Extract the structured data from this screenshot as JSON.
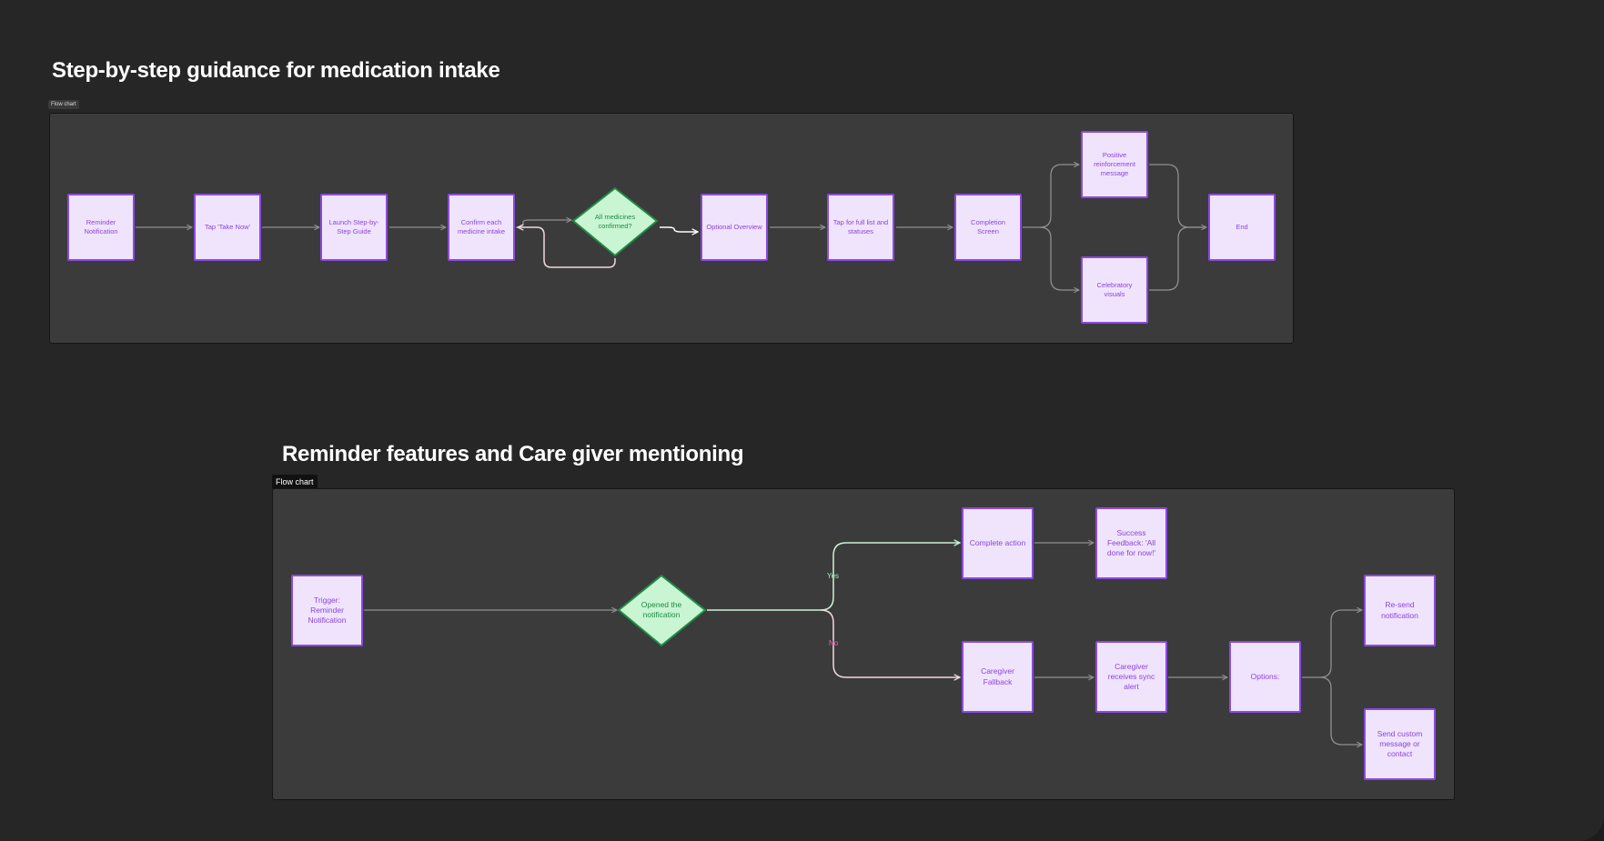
{
  "diagram1": {
    "title": "Step-by-step guidance for medication intake",
    "tag": "Flow chart",
    "nodes": {
      "reminder": "Reminder Notification",
      "tap_take": "Tap 'Take Now'",
      "launch": "Launch Step-by-Step Guide",
      "confirm": "Confirm each medicine intake",
      "decision": "All medicines confirmed?",
      "overview": "Optional Overview",
      "full_list": "Tap for full list and statuses",
      "completion": "Completion Screen",
      "positive": "Positive reinforcement message",
      "celebratory": "Celebratory visuals",
      "end": "End"
    }
  },
  "diagram2": {
    "title": "Reminder features and Care giver mentioning",
    "tag": "Flow chart",
    "nodes": {
      "trigger": "Trigger: Reminder Notification",
      "decision": "Opened the notification",
      "complete": "Complete action",
      "success": "Success Feedback: 'All done for now!'",
      "fallback": "Caregiver Fallback",
      "caregiver_alert": "Caregiver receives sync alert",
      "options": "Options:",
      "resend": "Re-send notification",
      "custom": "Send custom message or contact"
    },
    "labels": {
      "yes": "Yes",
      "no": "No"
    }
  },
  "colors": {
    "node_fill": "#f0e4fd",
    "node_border": "#8a4ae0",
    "node_text": "#8a44d8",
    "decision_fill": "#c9f5d3",
    "decision_border": "#1f8a45",
    "connector": "#8f8f8f",
    "loop_connector": "#efd9dc",
    "yes_connector": "#cdf2d6"
  }
}
